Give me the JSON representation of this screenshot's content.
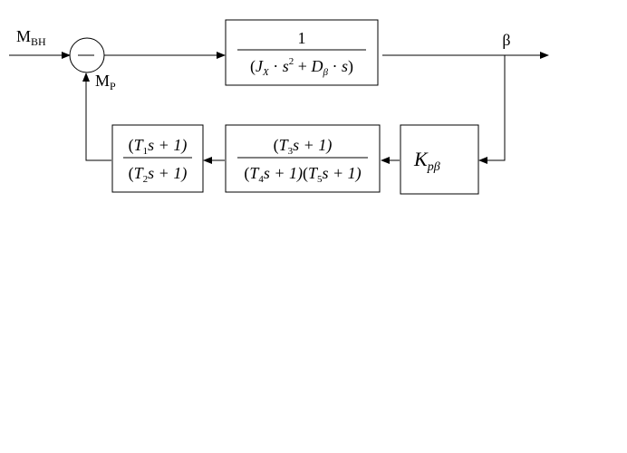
{
  "diagram": {
    "type": "control-loop block diagram",
    "signals": {
      "input": {
        "main": "M",
        "sub": "BH"
      },
      "feedback": {
        "main": "M",
        "sub": "P"
      },
      "output": "β"
    },
    "summing_junction": {
      "sign": "−"
    },
    "blocks": {
      "plant": {
        "numerator": "1",
        "den_open": "(",
        "den_J": "J",
        "den_J_sub": "X",
        "den_dot1": " · ",
        "den_s": "s",
        "den_s_sup": "2",
        "den_plus": " + ",
        "den_D": "D",
        "den_D_sub": "β",
        "den_dot2": " · ",
        "den_s2": "s",
        "den_close": ")"
      },
      "gain": {
        "main": "K",
        "sub": "pβ"
      },
      "filter2": {
        "num": {
          "open": "(",
          "T": "T",
          "sub": "3",
          "rest": "s + 1)"
        },
        "den1": {
          "open": "(",
          "T": "T",
          "sub": "4",
          "rest": "s + 1)"
        },
        "den2": {
          "open": "(",
          "T": "T",
          "sub": "5",
          "rest": "s + 1)"
        }
      },
      "filter1": {
        "num": {
          "open": "(",
          "T": "T",
          "sub": "1",
          "rest": "s + 1)"
        },
        "den": {
          "open": "(",
          "T": "T",
          "sub": "2",
          "rest": "s + 1)"
        }
      }
    }
  }
}
